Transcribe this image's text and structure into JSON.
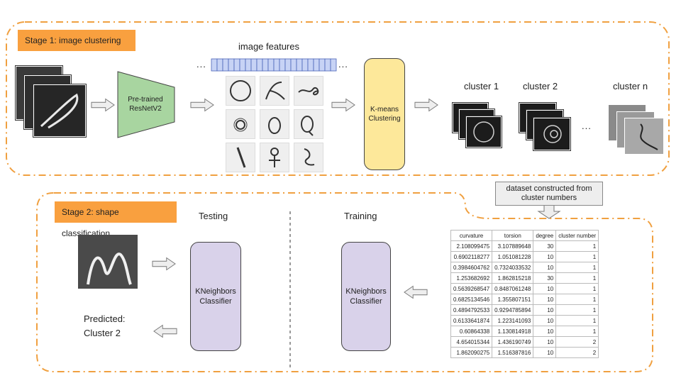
{
  "stage1": {
    "label": "Stage 1: image clustering",
    "features_label": "image features",
    "model_label": "Pre-trained\nResNetV2",
    "clustering_label": "K-means\nClustering",
    "feature_ellipsis_left": "...",
    "feature_ellipsis_right": "...",
    "clusters": [
      {
        "label": "cluster 1"
      },
      {
        "label": "cluster 2"
      },
      {
        "label": "cluster n"
      }
    ],
    "cluster_ellipsis": "...",
    "colors": {
      "stage_accent": "#f9a03f",
      "model_fill": "#a8d5a0",
      "clustering_fill": "#fde89a",
      "feature_cell": "#c7d3f5"
    }
  },
  "callout": {
    "text": "dataset constructed from\ncluster numbers"
  },
  "stage2": {
    "label": "Stage 2: shape classification",
    "testing_label": "Testing",
    "training_label": "Training",
    "classifier_label": "KNeighbors\nClassifier",
    "predicted_label": "Predicted:\nCluster 2",
    "colors": {
      "classifier_fill": "#d9d2ea"
    }
  },
  "table": {
    "headers": [
      "curvature",
      "torsion",
      "degree",
      "cluster number"
    ],
    "rows": [
      [
        "2.108099475",
        "3.107889648",
        "30",
        "1"
      ],
      [
        "0.6902118277",
        "1.051081228",
        "10",
        "1"
      ],
      [
        "0.3984604762",
        "0.7324033532",
        "10",
        "1"
      ],
      [
        "1.253682692",
        "1.862815218",
        "30",
        "1"
      ],
      [
        "0.5639268547",
        "0.8487061248",
        "10",
        "1"
      ],
      [
        "0.6825134546",
        "1.355807151",
        "10",
        "1"
      ],
      [
        "0.4894792533",
        "0.9294785894",
        "10",
        "1"
      ],
      [
        "0.6133641874",
        "1.223141093",
        "10",
        "1"
      ],
      [
        "0.60864338",
        "1.130814918",
        "10",
        "1"
      ],
      [
        "4.654015344",
        "1.436190749",
        "10",
        "2"
      ],
      [
        "1.862090275",
        "1.516387816",
        "10",
        "2"
      ]
    ]
  }
}
